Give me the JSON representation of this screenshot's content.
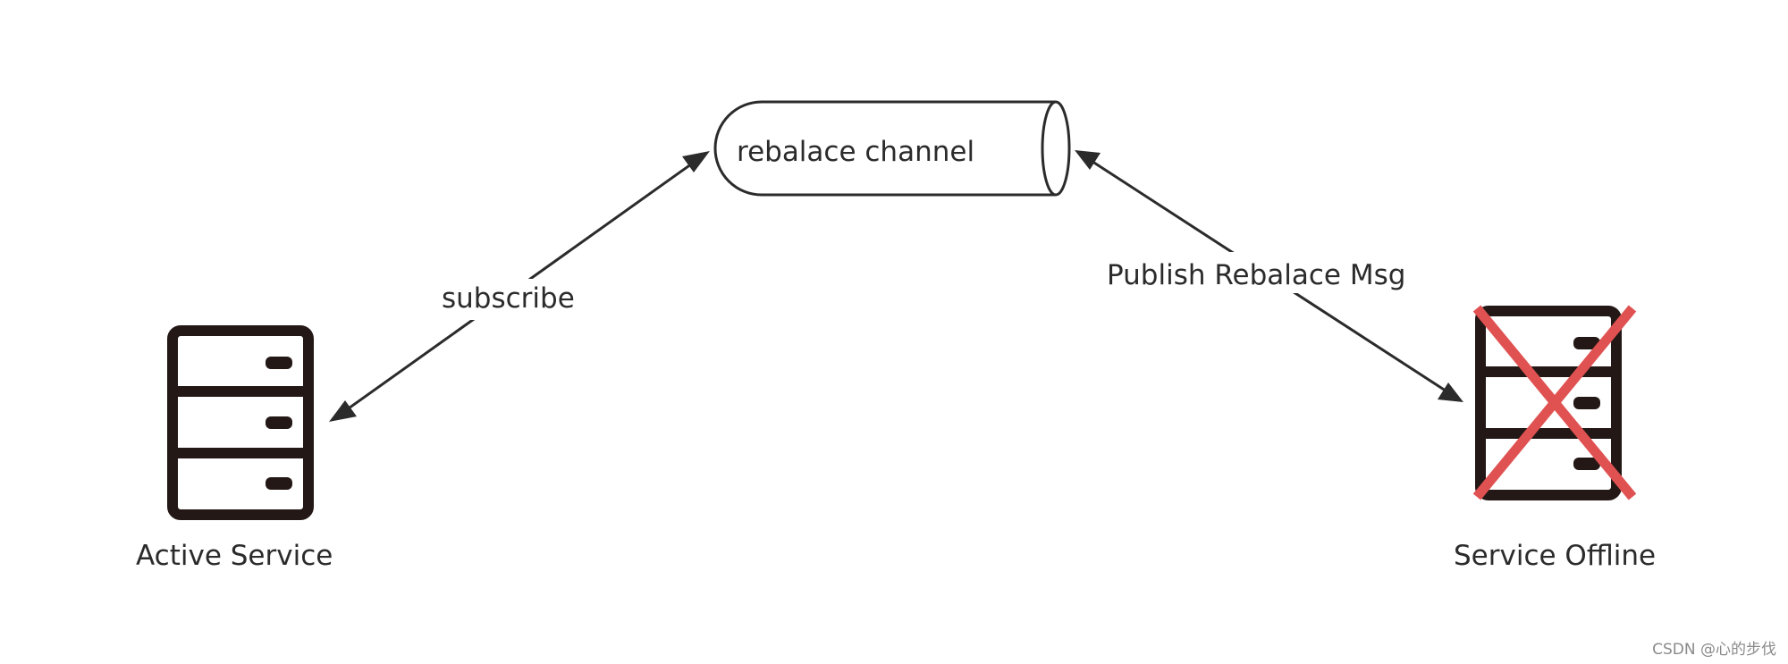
{
  "nodes": {
    "channel": {
      "label": "rebalace channel"
    },
    "active_service": {
      "label": "Active Service"
    },
    "offline_service": {
      "label": "Service Offline",
      "icon": "server-icon",
      "status_mark": "x-mark-icon",
      "mark_color": "#e05252"
    }
  },
  "edges": {
    "subscribe": {
      "label": "subscribe"
    },
    "publish": {
      "label": "Publish Rebalace Msg"
    }
  },
  "watermark": "CSDN @心的步伐",
  "colors": {
    "stroke": "#2b2b2b",
    "server": "#231815",
    "cross": "#e05252"
  }
}
